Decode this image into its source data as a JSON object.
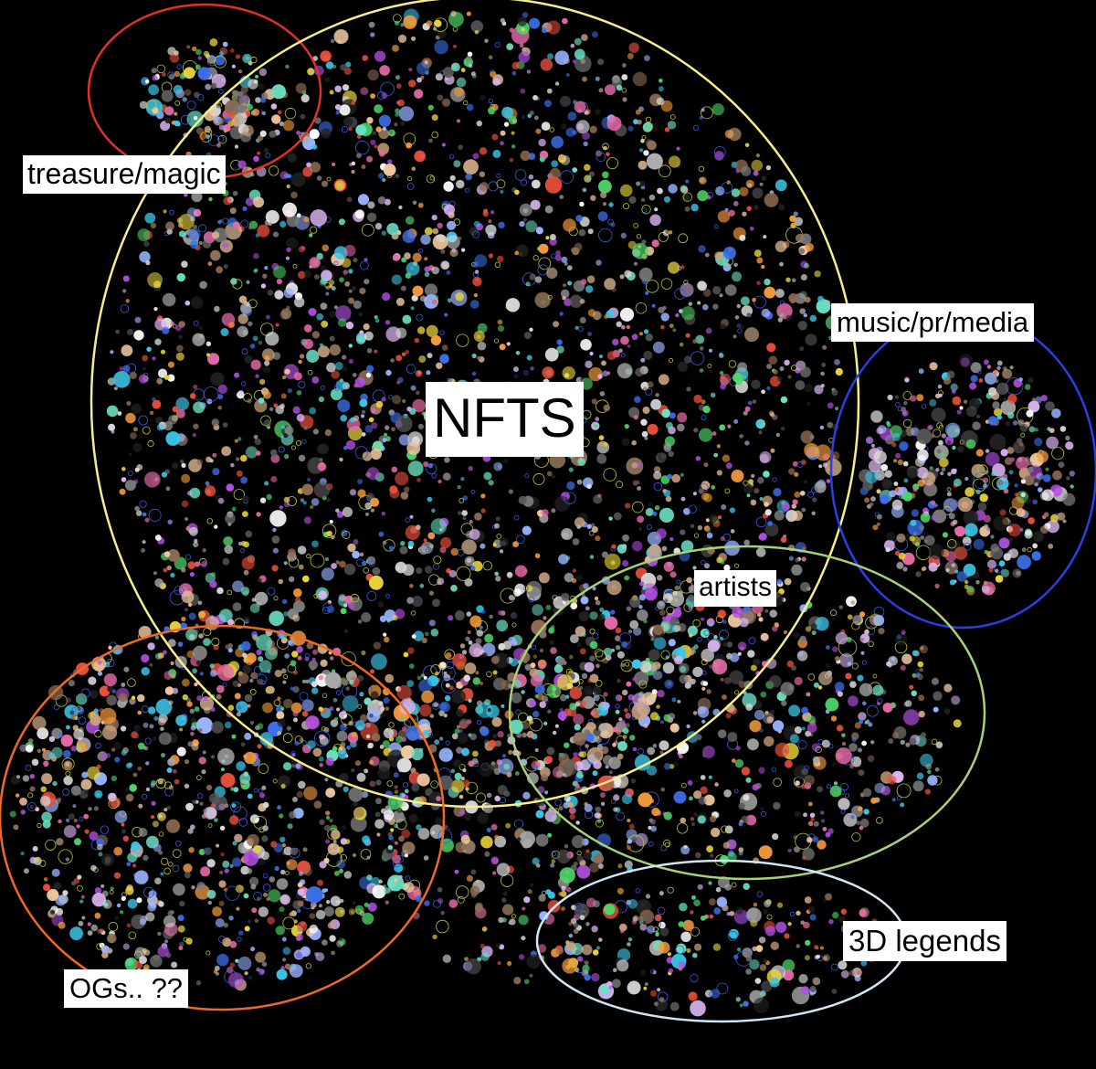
{
  "clusters": [
    {
      "id": "treasure",
      "label": "treasure/magic",
      "color": "#e0302a"
    },
    {
      "id": "nfts",
      "label": "NFTS",
      "color": "#f6ee8a"
    },
    {
      "id": "music",
      "label": "music/pr/media",
      "color": "#2a3fe6"
    },
    {
      "id": "artists",
      "label": "artists",
      "color": "#a8d27a"
    },
    {
      "id": "legends",
      "label": "3D legends",
      "color": "#cfe6f4"
    },
    {
      "id": "ogs",
      "label": "OGs.. ??",
      "color": "#ee6a24"
    }
  ]
}
